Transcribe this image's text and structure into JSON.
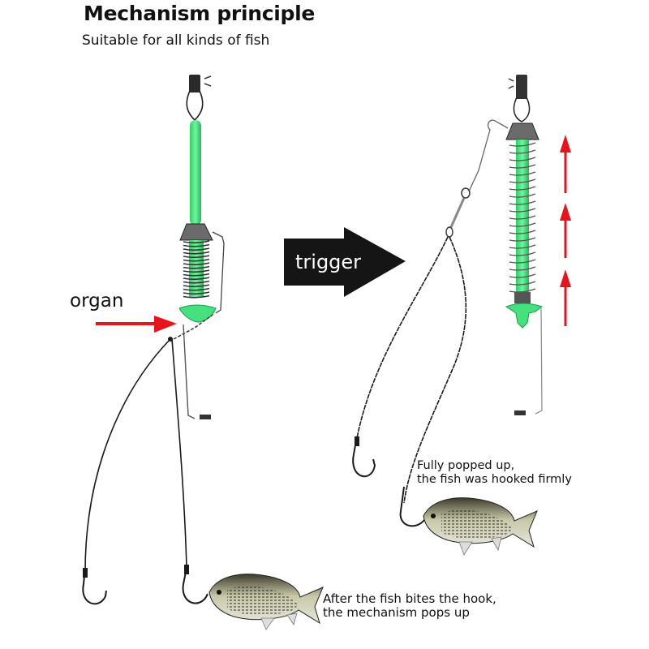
{
  "header": {
    "title": "Mechanism principle",
    "subtitle": "Suitable for all kinds of fish"
  },
  "labels": {
    "organ": "organ",
    "trigger": "trigger"
  },
  "captions": {
    "popped_line1": "Fully popped up,",
    "popped_line2": "the fish was hooked firmly",
    "bite_line1": "After the fish bites the hook,",
    "bite_line2": "the mechanism pops up"
  },
  "colors": {
    "spring_green": "#3ee07a",
    "arrow_red": "#e8141c",
    "trigger_arrow": "#151515",
    "line": "#1a1a1a"
  },
  "panels": [
    {
      "state": "before",
      "description": "compressed spring, trigger set"
    },
    {
      "state": "after",
      "description": "spring popped up, fish hooked"
    }
  ]
}
